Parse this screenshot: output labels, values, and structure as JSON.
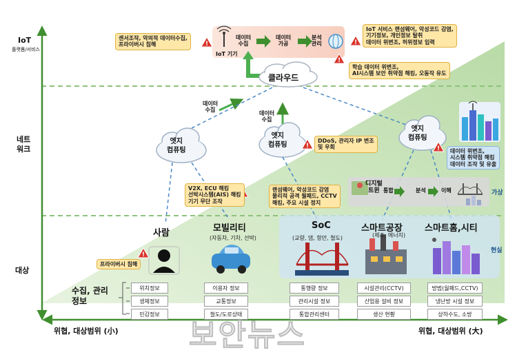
{
  "layers": {
    "iot": "IoT",
    "iot_sub": "플랫폼/서비스",
    "network": "네트\n워크",
    "target": "대상"
  },
  "iot_flow": {
    "device": "IoT 기기",
    "collect": "데이터\n수집",
    "process": "데이터\n가공",
    "analyze": "분석\n관리"
  },
  "cloud": "클라우드",
  "edges": [
    {
      "label": "엣지\n컴퓨팅"
    },
    {
      "label": "엣지\n컴퓨팅"
    },
    {
      "label": "엣지\n컴퓨팅"
    }
  ],
  "data_collect_1": "데이터\n수집",
  "data_collect_2": "데이터\n수집",
  "warnings": {
    "iot_left": "센서조작, 악의적 데이터수집,\n프라이버시 침해",
    "iot_right": "IoT 서비스 랜섬웨어, 악성코드 감염,\n기기정보, 개인정보 탈취\n데이터 위변조, 허위정보 입력",
    "iot_ai": "학습 데이터 위변조,\nAI시스템 보안 취약점 해킹, 오동작 유도",
    "edge_ddos": "DDoS, 관리자 IP 변조\n및 우회",
    "twin": "데이터 위변조,\n시스템 취약점 해킹\n데이터 조작 및 유출",
    "mobility": "V2X, ECU 해킹\n선박시스템(AIS) 해킹\n기기 무단 조작",
    "soc": "랜섬웨어, 악성코드 감염\n물리적 공격 월패드, CCTV\n해킹, 주요 시설 정지",
    "privacy": "프라이버시 침해"
  },
  "twin": {
    "label": "디지털\n트윈",
    "integrate": "통합",
    "analyze": "분석",
    "understand": "이해",
    "virtual": "가상",
    "real": "현실"
  },
  "categories": [
    {
      "name": "사람",
      "sub": "",
      "items": [
        "위치정보",
        "생체정보",
        "민감정보"
      ]
    },
    {
      "name": "모빌리티",
      "sub": "(자동차, 기차, 선박)",
      "items": [
        "이용자 정보",
        "교통정보",
        "철도/도로상태"
      ]
    },
    {
      "name": "SoC",
      "sub": "(교량, 댐, 항만, 철도)",
      "items": [
        "통행량 정보",
        "관리시설 정보",
        "통합관리센터"
      ]
    },
    {
      "name": "스마트공장",
      "sub": "(제조, 에너지)",
      "items": [
        "시설관리(CCTV)",
        "산업용 설비 정보",
        "생산 현황"
      ]
    },
    {
      "name": "스마트홈,시티",
      "sub": "",
      "items": [
        "방범(월패드,CCTV)",
        "냉난방 시설 정보",
        "상하수도, 소방"
      ]
    }
  ],
  "collect_label": "수집, 관리\n정보",
  "axis": {
    "left": "위협, 대상범위 (小)",
    "right": "위협, 대상범위 (大)"
  },
  "watermark": "보안뉴스",
  "colors": {
    "green": "#3f8f2f",
    "warn_bg": "#ffe7a8",
    "dash": "#8cc27a",
    "region_blue": "#cfe4f5"
  }
}
